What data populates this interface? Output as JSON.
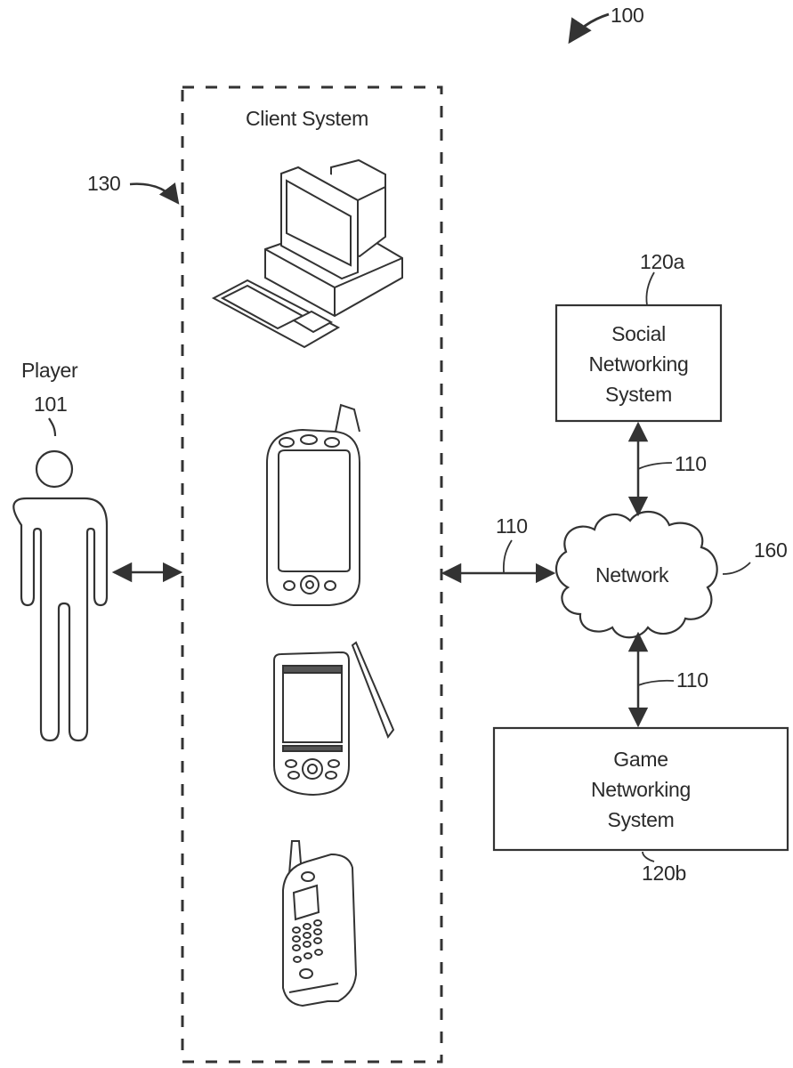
{
  "figure": {
    "ref_number": "100"
  },
  "client_system": {
    "title": "Client System",
    "ref_number": "130",
    "devices": [
      {
        "name": "desktop-computer"
      },
      {
        "name": "smartphone"
      },
      {
        "name": "pda-with-stylus"
      },
      {
        "name": "mobile-phone"
      }
    ]
  },
  "player": {
    "label": "Player",
    "ref_number": "101"
  },
  "network": {
    "label": "Network",
    "ref_number": "160"
  },
  "social_networking_system": {
    "lines": [
      "Social",
      "Networking",
      "System"
    ],
    "ref_number": "120a"
  },
  "game_networking_system": {
    "lines": [
      "Game",
      "Networking",
      "System"
    ],
    "ref_number": "120b"
  },
  "links": {
    "client_to_network": "110",
    "social_to_network": "110",
    "network_to_game": "110"
  }
}
